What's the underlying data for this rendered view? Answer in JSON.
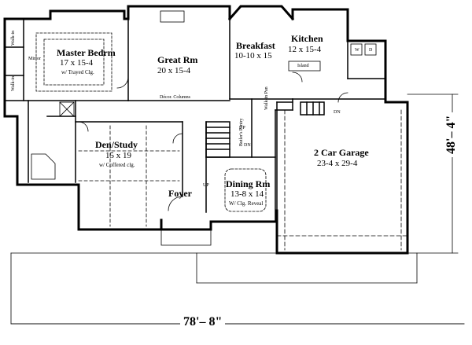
{
  "rooms": {
    "master": {
      "name": "Master Bedrm",
      "dims": "17 x 15-4",
      "note": "w/ Trayed Clg."
    },
    "great": {
      "name": "Great Rm",
      "dims": "20 x 15-4"
    },
    "breakfast": {
      "name": "Breakfast",
      "dims": "10-10 x 15"
    },
    "kitchen": {
      "name": "Kitchen",
      "dims": "12 x 15-4",
      "island": "Island"
    },
    "den": {
      "name": "Den/Study",
      "dims": "15 x 19",
      "note": "w/ Coffered clg."
    },
    "foyer": {
      "name": "Foyer"
    },
    "dining": {
      "name": "Dining Rm",
      "dims": "13-8 x 14",
      "note": "W/ Clg. Reveal"
    },
    "garage": {
      "name": "2 Car Garage",
      "dims": "23-4 x 29-4"
    }
  },
  "small_labels": {
    "mirror": "Mirror",
    "walkin_1": "Walk-in",
    "walkin_2": "Walk-in",
    "decor_columns": "Décor. Columns",
    "butlers_pantry": "Butler's Pantry",
    "walkin_pan": "Walk-in Pan",
    "up_1": "UP",
    "up_2": "UP",
    "dn_1": "DN",
    "dn_2": "DN",
    "w": "W",
    "d": "D"
  },
  "dimensions": {
    "overall_width": "78'– 8\"",
    "overall_depth": "48'– 4\""
  }
}
